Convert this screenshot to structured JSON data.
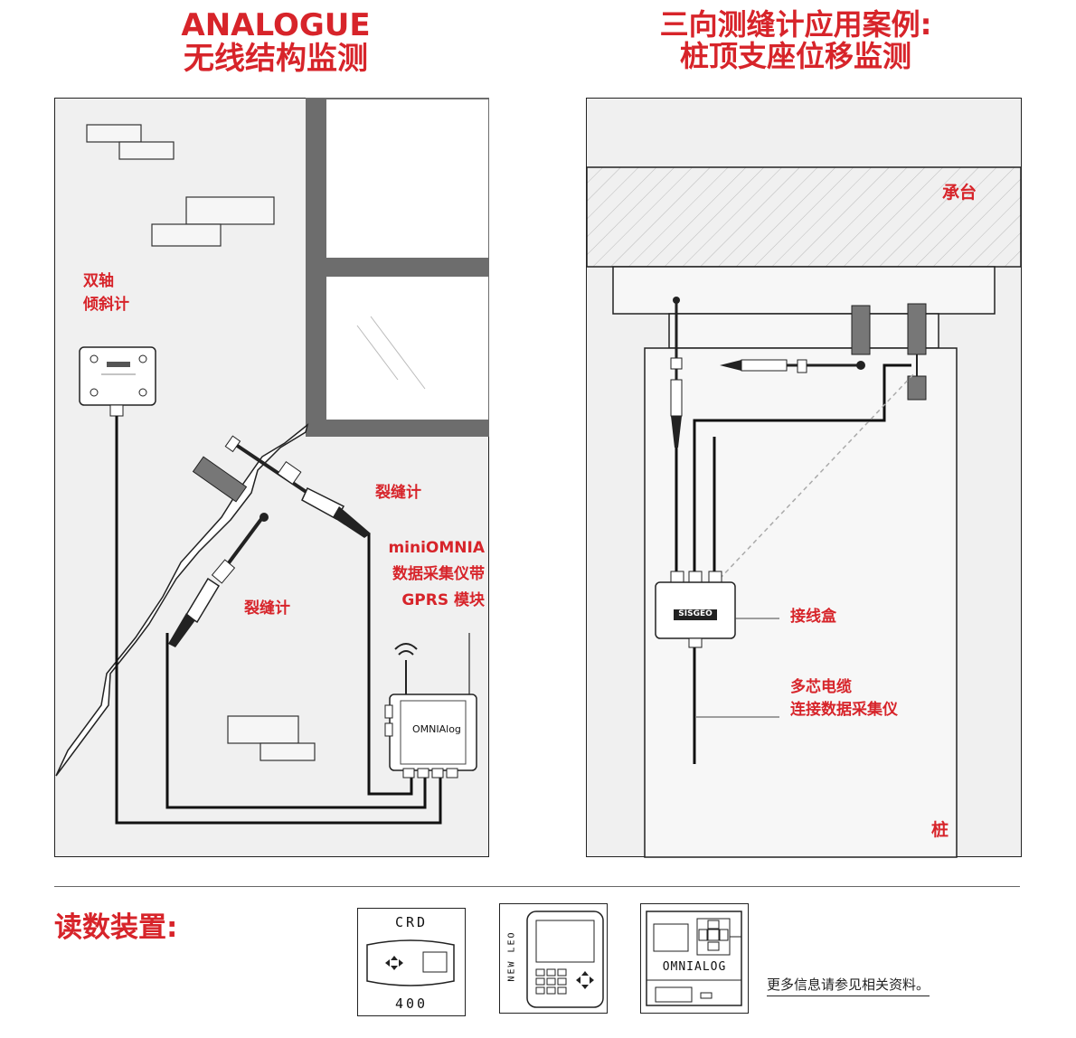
{
  "left": {
    "title_line1": "ANALOGUE",
    "title_line2": "无线结构监测",
    "tilt_label_line1": "双轴",
    "tilt_label_line2": "倾斜计",
    "crack_label_upper": "裂缝计",
    "crack_label_lower": "裂缝计",
    "logger_label_line1": "miniOMNIA",
    "logger_label_line2": "数据采集仪带",
    "logger_label_line3": "GPRS 模块",
    "logger_device_text": "OMNIAlog"
  },
  "right": {
    "title_line1": "三向测缝计应用案例:",
    "title_line2": "桩顶支座位移监测",
    "cap_label": "承台",
    "pile_label": "桩",
    "junction_label": "接线盒",
    "cable_label_line1": "多芯电缆",
    "cable_label_line2": "连接数据采集仪",
    "box_brand": "SISGEO"
  },
  "footer": {
    "heading": "读数装置:",
    "device1_top": "CRD",
    "device1_bottom": "400",
    "device2_label": "NEW LEO",
    "device3_label": "OMNIALOG",
    "note": "更多信息请参见相关资料。"
  },
  "colors": {
    "accent": "#d7242a",
    "panel": "#f0f0f0",
    "line": "#111111"
  }
}
